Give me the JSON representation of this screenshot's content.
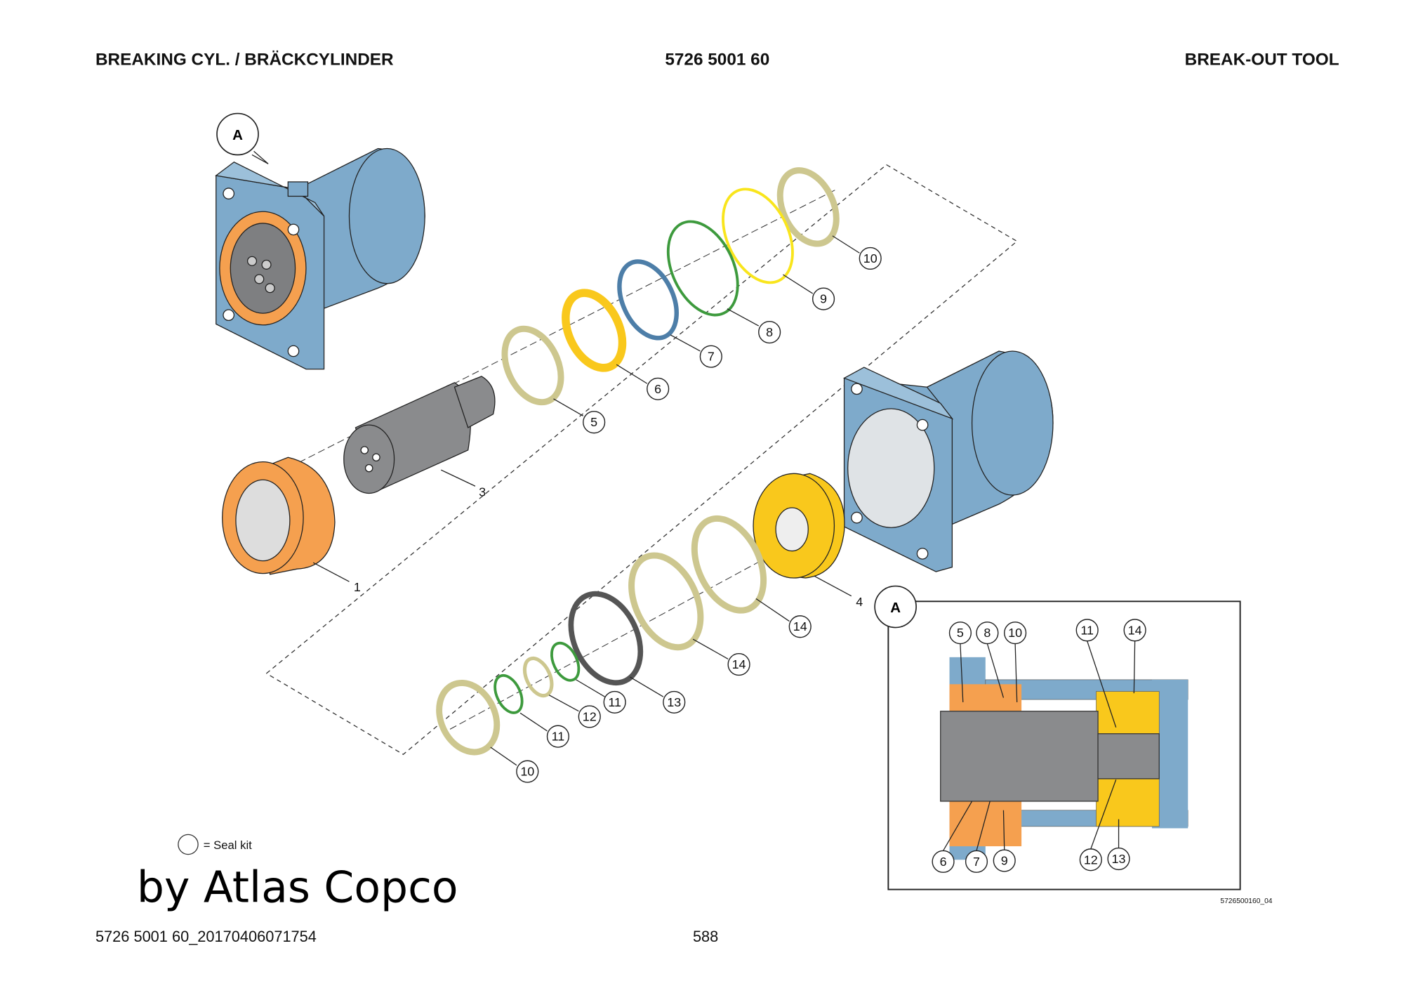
{
  "header": {
    "left": "BREAKING CYL. / BRÄCKCYLINDER",
    "center": "5726 5001 60",
    "right": "BREAK-OUT TOOL"
  },
  "view_label": "A",
  "parts": {
    "p10a": "10",
    "p9": "9",
    "p8": "8",
    "p7": "7",
    "p6": "6",
    "p5": "5",
    "p3": "3",
    "p1": "1",
    "p4": "4",
    "p14a": "14",
    "p14b": "14",
    "p13": "13",
    "p11a": "11",
    "p12": "12",
    "p11b": "11",
    "p10b": "10"
  },
  "inset": {
    "label": "A",
    "callouts_top": [
      "5",
      "8",
      "10",
      "11",
      "14"
    ],
    "callouts_bottom": [
      "6",
      "7",
      "9",
      "12",
      "13"
    ],
    "drawing_id": "5726500160_04"
  },
  "legend": {
    "seal_kit": "= Seal kit"
  },
  "watermark": "by Atlas Copco",
  "footer": {
    "doc_id": "5726 5001 60_20170406071754",
    "page": "588"
  },
  "colors": {
    "housing_blue": "#7eaacb",
    "nut_orange": "#f5a04f",
    "piston_yellow": "#f9c81c",
    "rod_gray": "#8a8b8d"
  }
}
